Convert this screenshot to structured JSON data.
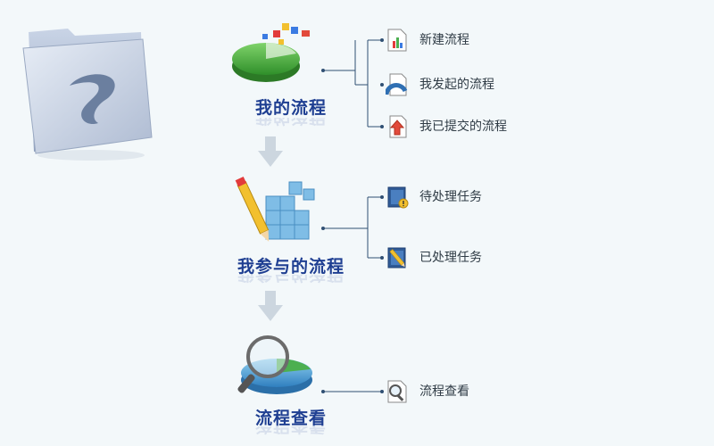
{
  "sections": [
    {
      "title": "我的流程",
      "items": [
        {
          "label": "新建流程",
          "icon": "new-document-chart-icon"
        },
        {
          "label": "我发起的流程",
          "icon": "document-blue-arc-icon"
        },
        {
          "label": "我已提交的流程",
          "icon": "document-up-arrow-icon"
        }
      ]
    },
    {
      "title": "我参与的流程",
      "items": [
        {
          "label": "待处理任务",
          "icon": "book-warning-icon"
        },
        {
          "label": "已处理任务",
          "icon": "book-pencil-icon"
        }
      ]
    },
    {
      "title": "流程查看",
      "items": [
        {
          "label": "流程查看",
          "icon": "document-magnifier-icon"
        }
      ]
    }
  ],
  "colors": {
    "title": "#1f3f92",
    "connector": "#2f4f73",
    "background": "#f3f8fa",
    "arrow": "#ccd6df"
  }
}
